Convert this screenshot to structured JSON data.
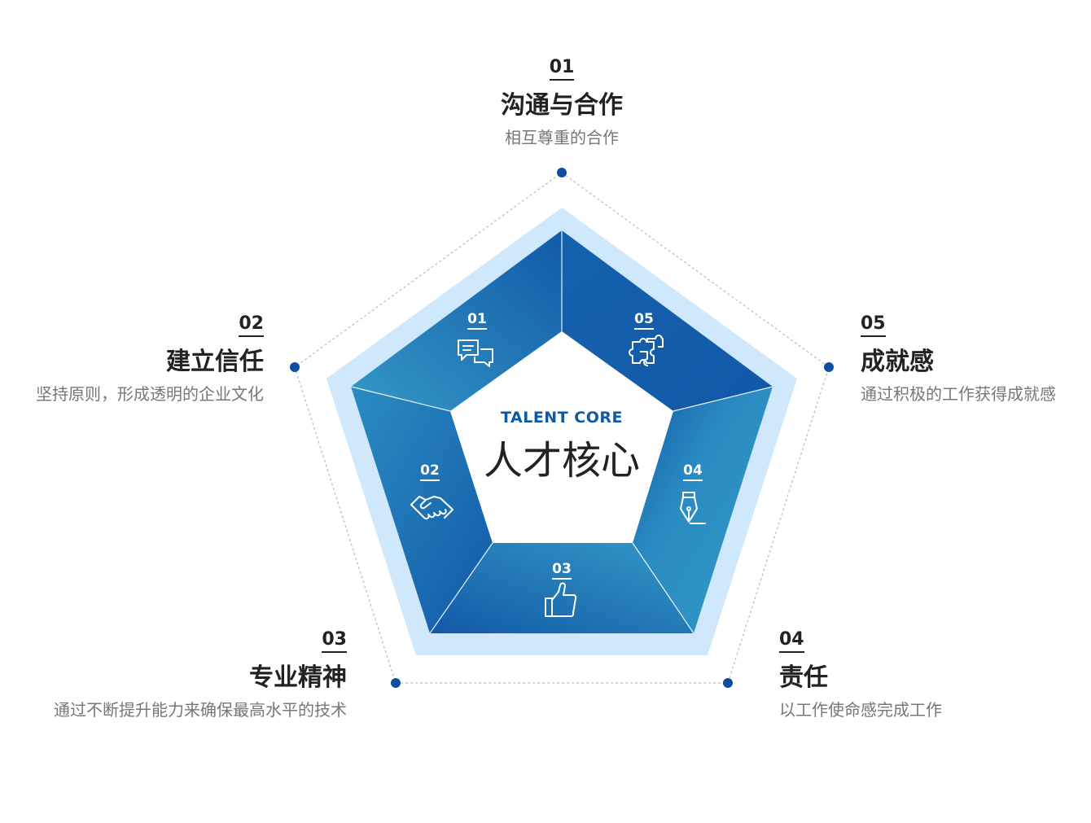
{
  "core": {
    "subtitle": "TALENT CORE",
    "title": "人才核心"
  },
  "items": [
    {
      "num": "01",
      "title": "沟通与合作",
      "desc": "相互尊重的合作",
      "icon": "chat-icon"
    },
    {
      "num": "02",
      "title": "建立信任",
      "desc": "坚持原则，形成透明的企业文化",
      "icon": "handshake-icon"
    },
    {
      "num": "03",
      "title": "专业精神",
      "desc": "通过不断提升能力来确保最高水平的技术",
      "icon": "thumbs-up-icon"
    },
    {
      "num": "04",
      "title": "责任",
      "desc": "以工作使命感完成工作",
      "icon": "pen-nib-icon"
    },
    {
      "num": "05",
      "title": "成就感",
      "desc": "通过积极的工作获得成就感",
      "icon": "puzzle-icon"
    }
  ],
  "colors": {
    "accent_dot": "#0d4f9c",
    "outer_band": "#cfe8fb",
    "segment_dark": "#1259a8",
    "segment_light": "#3399c6",
    "text_dark": "#222222",
    "text_gray": "#777777"
  }
}
